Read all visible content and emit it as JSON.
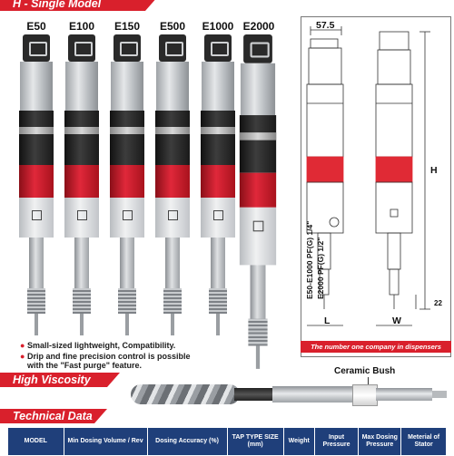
{
  "header": {
    "title": "H - Single Model"
  },
  "models": [
    "E50",
    "E100",
    "E150",
    "E500",
    "E1000",
    "E2000"
  ],
  "bullets": [
    "Small-sized lightweight, Compatibility.",
    "Drip and fine precision control is possible",
    "with the \"Fast purge\" feature."
  ],
  "drawing": {
    "dim_width": "57.5",
    "dim_height": "H",
    "dim_l": "L",
    "dim_w": "W",
    "dim_22": "22",
    "vertical_note_1": "E50-E1000 PF(G) 1/4\"",
    "vertical_note_2": "E2000 PF(G) 1/2\"",
    "tagline": "The number one company in dispensers"
  },
  "shaft_section": {
    "title": "High Viscosity Shaft",
    "ceramic_label": "Ceramic Bush"
  },
  "tech_section": {
    "title": "Technical Data"
  },
  "table": {
    "headers": [
      "MODEL",
      "Min Dosing Volume / Rev",
      "Dosing Accuracy (%)",
      "TAP TYPE SIZE (mm)",
      "Weight",
      "Input Pressure",
      "Max Dosing Pressure",
      "Meterial of Stator"
    ]
  },
  "colors": {
    "accent": "#d9202c",
    "table_header": "#1f3f7a"
  }
}
